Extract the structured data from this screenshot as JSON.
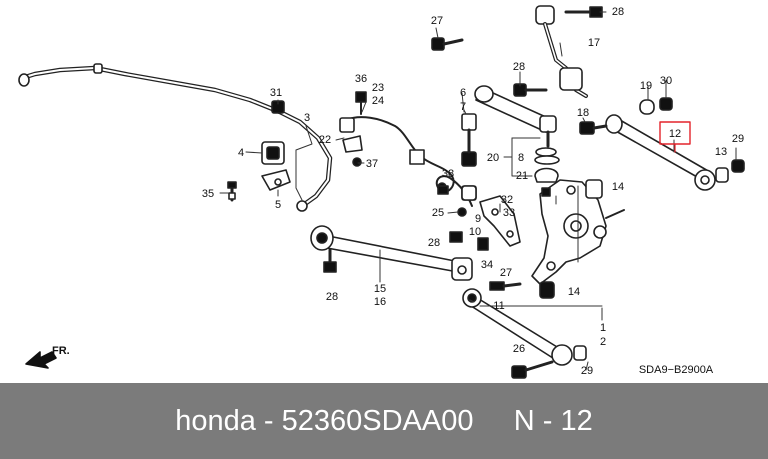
{
  "diagram": {
    "code": "SDA9−B2900A",
    "direction_label": "FR.",
    "highlight_color": "#e3232b",
    "callouts": [
      {
        "id": "c27a",
        "text": "27"
      },
      {
        "id": "c28a",
        "text": "28"
      },
      {
        "id": "c17",
        "text": "17"
      },
      {
        "id": "c28b",
        "text": "28"
      },
      {
        "id": "c19",
        "text": "19"
      },
      {
        "id": "c30",
        "text": "30"
      },
      {
        "id": "c36",
        "text": "36"
      },
      {
        "id": "c23",
        "text": "23"
      },
      {
        "id": "c24",
        "text": "24"
      },
      {
        "id": "c31",
        "text": "31"
      },
      {
        "id": "c3",
        "text": "3"
      },
      {
        "id": "c6",
        "text": "6"
      },
      {
        "id": "c7",
        "text": "7"
      },
      {
        "id": "c18",
        "text": "18"
      },
      {
        "id": "c12",
        "text": "12"
      },
      {
        "id": "c29a",
        "text": "29"
      },
      {
        "id": "c22",
        "text": "22"
      },
      {
        "id": "c4",
        "text": "4"
      },
      {
        "id": "c37",
        "text": "37"
      },
      {
        "id": "c20",
        "text": "20"
      },
      {
        "id": "c8",
        "text": "8"
      },
      {
        "id": "c13",
        "text": "13"
      },
      {
        "id": "c21",
        "text": "21"
      },
      {
        "id": "c38",
        "text": "38"
      },
      {
        "id": "c14a",
        "text": "14"
      },
      {
        "id": "c35",
        "text": "35"
      },
      {
        "id": "c5",
        "text": "5"
      },
      {
        "id": "c32",
        "text": "32"
      },
      {
        "id": "c25",
        "text": "25"
      },
      {
        "id": "c33",
        "text": "33"
      },
      {
        "id": "c9",
        "text": "9"
      },
      {
        "id": "c10",
        "text": "10"
      },
      {
        "id": "c28c",
        "text": "28"
      },
      {
        "id": "c34",
        "text": "34"
      },
      {
        "id": "c27b",
        "text": "27"
      },
      {
        "id": "c15",
        "text": "15"
      },
      {
        "id": "c16",
        "text": "16"
      },
      {
        "id": "c14b",
        "text": "14"
      },
      {
        "id": "c28d",
        "text": "28"
      },
      {
        "id": "c11",
        "text": "11"
      },
      {
        "id": "c1",
        "text": "1"
      },
      {
        "id": "c2",
        "text": "2"
      },
      {
        "id": "c26",
        "text": "26"
      },
      {
        "id": "c29b",
        "text": "29"
      }
    ]
  },
  "caption": {
    "brand": "honda",
    "separator": " - ",
    "part_number": "52360SDAA00",
    "gap": "     ",
    "ref_label": "N",
    "ref_separator": " - ",
    "ref_number": "12"
  }
}
